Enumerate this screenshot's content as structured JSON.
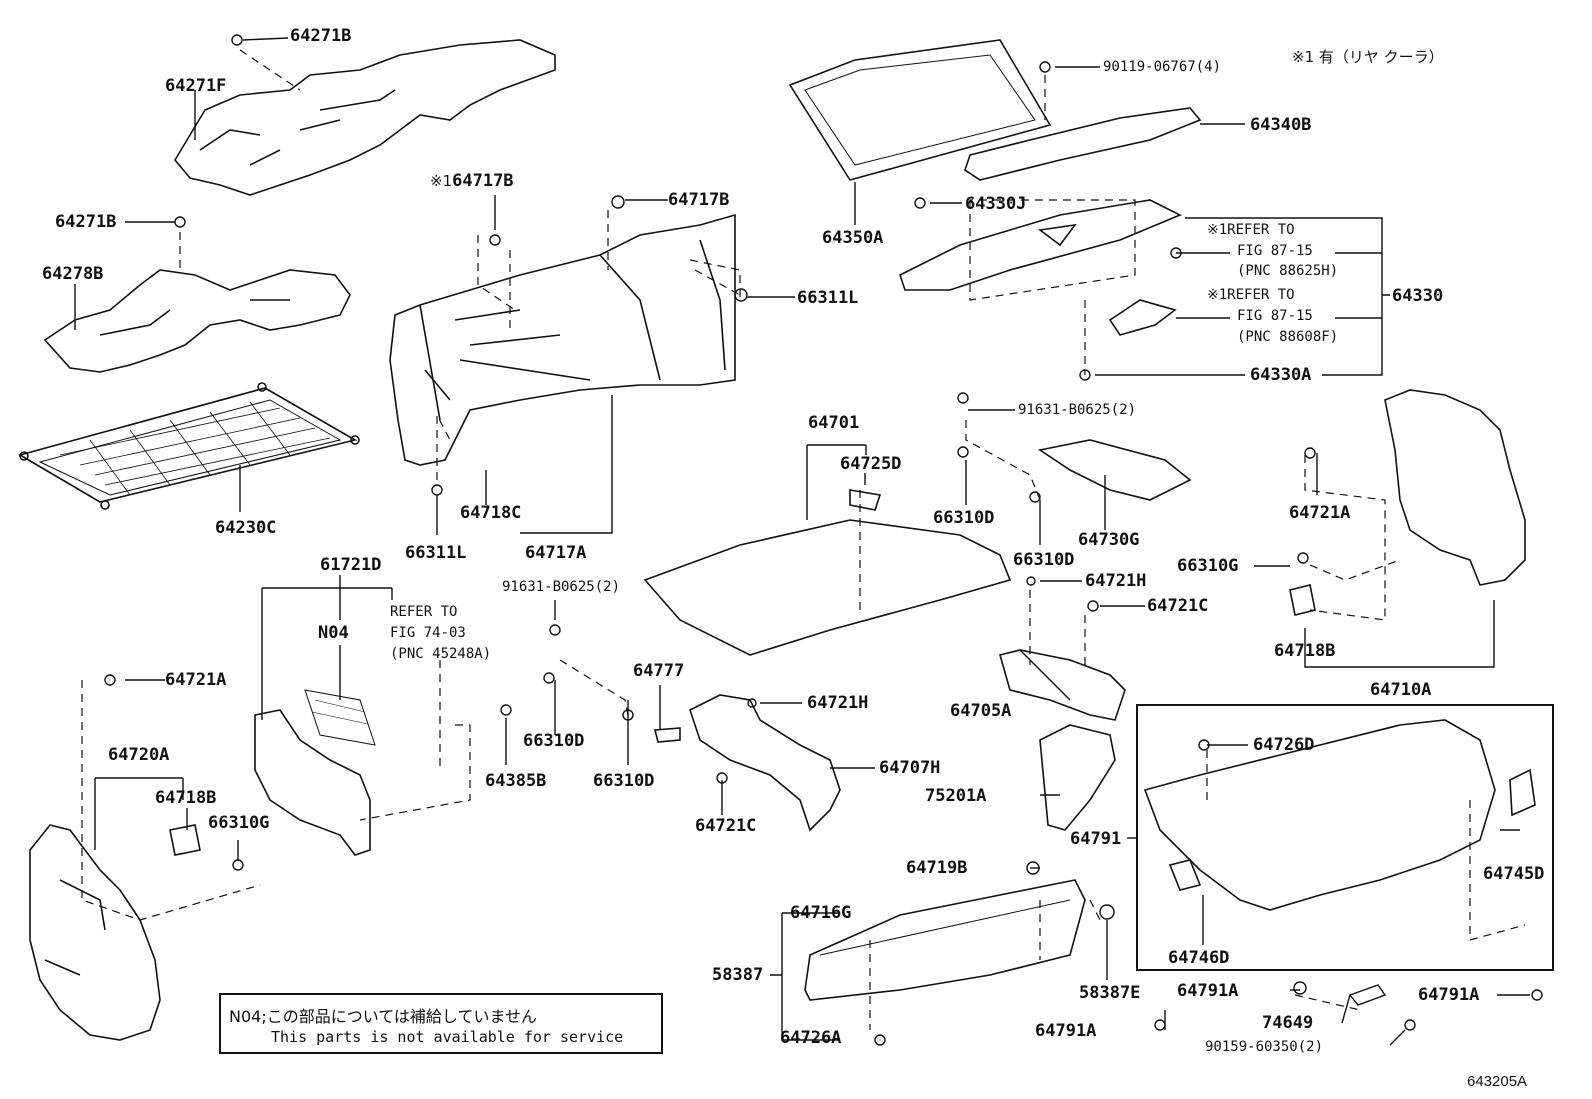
{
  "labels": {
    "p64271B_top": "64271B",
    "p64271F": "64271F",
    "p64271B_mid": "64271B",
    "p64278B": "64278B",
    "p64230C": "64230C",
    "p64717B_a": "64717B",
    "p64717B_b": "64717B",
    "p66311L_a": "66311L",
    "p66311L_b": "66311L",
    "p64718C": "64718C",
    "p64717A": "64717A",
    "p61721D": "61721D",
    "pN04": "N04",
    "p64721A_left": "64721A",
    "p64720A": "64720A",
    "p64718B_left": "64718B",
    "p66310G_left": "66310G",
    "p91631_mid": "91631-B0625(2)",
    "p66310D_a": "66310D",
    "p66310D_b": "66310D",
    "p64385B": "64385B",
    "p64777": "64777",
    "p64721H_mid": "64721H",
    "p64707H": "64707H",
    "p64721C_mid": "64721C",
    "p64701": "64701",
    "p64725D": "64725D",
    "p90119": "90119-06767(4)",
    "p64340B": "64340B",
    "p64350A": "64350A",
    "p64330J": "64330J",
    "p64330": "64330",
    "p64330A": "64330A",
    "p91631_right": "91631-B0625(2)",
    "p66310D_c": "66310D",
    "p66310D_d": "66310D",
    "p64730G": "64730G",
    "p64721H_right": "64721H",
    "p64721C_right": "64721C",
    "p64705A": "64705A",
    "p75201A": "75201A",
    "p64791": "64791",
    "p64721A_right": "64721A",
    "p66310G_right": "66310G",
    "p64718B_right": "64718B",
    "p64710A": "64710A",
    "p64726D": "64726D",
    "p64745D": "64745D",
    "p64746D": "64746D",
    "p64719B": "64719B",
    "p64716G": "64716G",
    "p58387": "58387",
    "p58387E": "58387E",
    "p64726A": "64726A",
    "p64791A_a": "64791A",
    "p64791A_b": "64791A",
    "p64791A_c": "64791A",
    "p74649": "74649",
    "p90159": "90159-60350(2)"
  },
  "mark_note": "※1",
  "legend_rear_cooler": "※1 有（リヤ クーラ）",
  "refer_61721": {
    "l1": "REFER TO",
    "l2": "FIG 74-03",
    "l3": "(PNC 45248A)"
  },
  "refer_88625": {
    "l1": "※1REFER TO",
    "l2": "FIG 87-15",
    "l3": "(PNC 88625H)"
  },
  "refer_88608": {
    "l1": "※1REFER TO",
    "l2": "FIG 87-15",
    "l3": "(PNC 88608F)"
  },
  "note": {
    "jp": "N04;この部品については補給していません",
    "en": "This parts is not available for service"
  },
  "figure_id": "643205A"
}
